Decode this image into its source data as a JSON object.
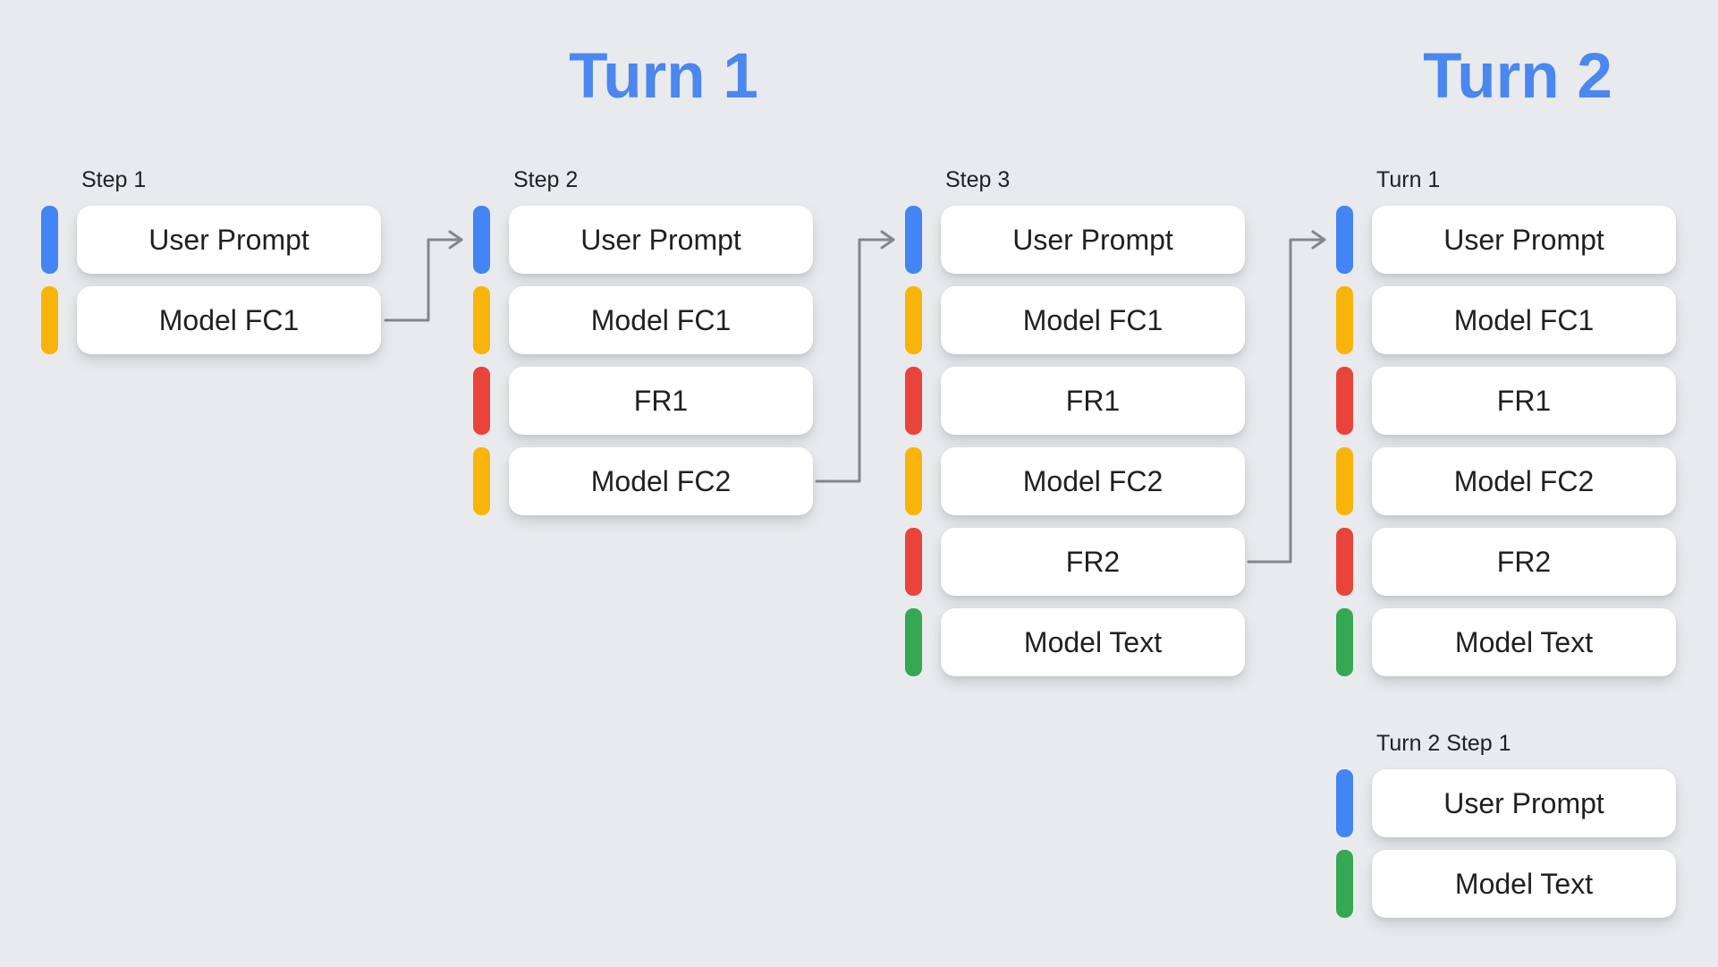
{
  "palette": {
    "background": "#E8EAED",
    "header_blue": "#4A87EE",
    "bar_blue": "#4285F4",
    "bar_yellow": "#F9B40B",
    "bar_red": "#E9443A",
    "bar_green": "#34A853",
    "arrow_gray": "#83878B",
    "box_background": "#FFFFFF",
    "text_color": "#202124"
  },
  "headers": {
    "turn1": "Turn 1",
    "turn2": "Turn 2"
  },
  "groups": [
    {
      "label": "Step 1",
      "items": [
        {
          "text": "User Prompt",
          "color": "blue"
        },
        {
          "text": "Model FC1",
          "color": "yellow"
        }
      ]
    },
    {
      "label": "Step 2",
      "items": [
        {
          "text": "User Prompt",
          "color": "blue"
        },
        {
          "text": "Model FC1",
          "color": "yellow"
        },
        {
          "text": "FR1",
          "color": "red"
        },
        {
          "text": "Model FC2",
          "color": "yellow"
        }
      ]
    },
    {
      "label": "Step 3",
      "items": [
        {
          "text": "User Prompt",
          "color": "blue"
        },
        {
          "text": "Model FC1",
          "color": "yellow"
        },
        {
          "text": "FR1",
          "color": "red"
        },
        {
          "text": "Model FC2",
          "color": "yellow"
        },
        {
          "text": "FR2",
          "color": "red"
        },
        {
          "text": "Model Text",
          "color": "green"
        }
      ]
    },
    {
      "label": "Turn 1",
      "items": [
        {
          "text": "User Prompt",
          "color": "blue"
        },
        {
          "text": "Model FC1",
          "color": "yellow"
        },
        {
          "text": "FR1",
          "color": "red"
        },
        {
          "text": "Model FC2",
          "color": "yellow"
        },
        {
          "text": "FR2",
          "color": "red"
        },
        {
          "text": "Model Text",
          "color": "green"
        }
      ]
    },
    {
      "label": "Turn 2 Step 1",
      "items": [
        {
          "text": "User Prompt",
          "color": "blue"
        },
        {
          "text": "Model Text",
          "color": "green"
        }
      ]
    }
  ],
  "arrows": [
    {
      "from": "step1-model-fc1",
      "to": "step2-user-prompt"
    },
    {
      "from": "step2-model-fc2",
      "to": "step3-user-prompt"
    },
    {
      "from": "step3-fr2",
      "to": "turn1-history-user-prompt"
    }
  ]
}
